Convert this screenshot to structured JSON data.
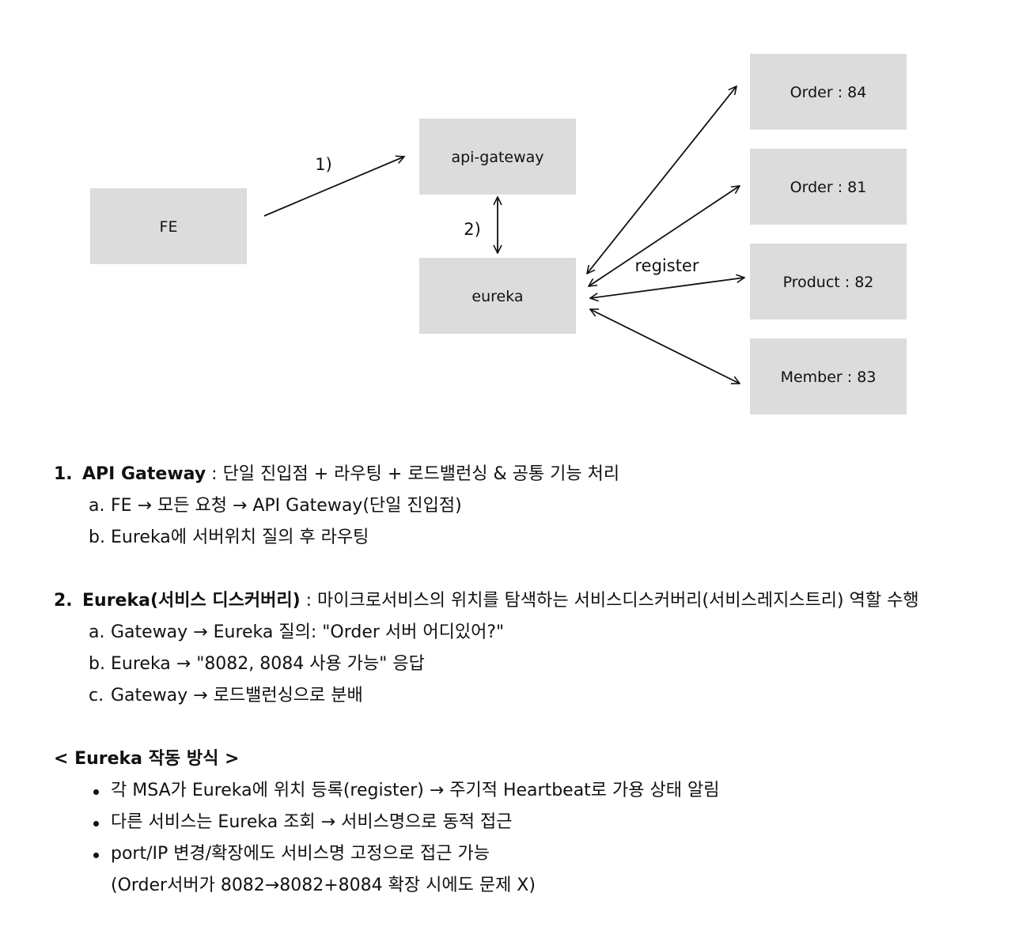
{
  "diagram": {
    "colors": {
      "box_fill": "#dcdcdc",
      "edge": "#111111"
    },
    "nodes": {
      "fe": "FE",
      "gateway": "api-gateway",
      "eureka": "eureka",
      "order84": "Order : 84",
      "order81": "Order : 81",
      "product82": "Product : 82",
      "member83": "Member : 83"
    },
    "edges": {
      "step1": "1)",
      "step2": "2)",
      "register": "register"
    }
  },
  "notes": {
    "section1": {
      "num": "1.",
      "title": "API Gateway",
      "desc": " : 단일 진입점 + 라우팅 + 로드밸런싱 & 공통 기능 처리",
      "items": [
        {
          "letter": "a.",
          "text": "FE → 모든 요청 → API Gateway(단일 진입점)"
        },
        {
          "letter": "b.",
          "text": "Eureka에 서버위치 질의 후 라우팅"
        }
      ]
    },
    "section2": {
      "num": "2.",
      "title": "Eureka(서비스 디스커버리)",
      "desc": " : 마이크로서비스의 위치를 탐색하는 서비스디스커버리(서비스레지스트리) 역할 수행",
      "items": [
        {
          "letter": "a.",
          "text": "Gateway → Eureka 질의: \"Order 서버 어디있어?\""
        },
        {
          "letter": "b.",
          "text": "Eureka → \"8082, 8084 사용 가능\" 응답"
        },
        {
          "letter": "c.",
          "text": "Gateway → 로드밸런싱으로 분배"
        }
      ]
    },
    "section3": {
      "title": "< Eureka 작동 방식 >",
      "bullets": [
        "각 MSA가 Eureka에 위치 등록(register) → 주기적 Heartbeat로 가용 상태 알림",
        "다른 서비스는 Eureka 조회 → 서비스명으로 동적 접근",
        "port/IP 변경/확장에도 서비스명 고정으로 접근 가능"
      ],
      "continuation": "(Order서버가 8082→8082+8084 확장 시에도 문제 X)"
    }
  }
}
